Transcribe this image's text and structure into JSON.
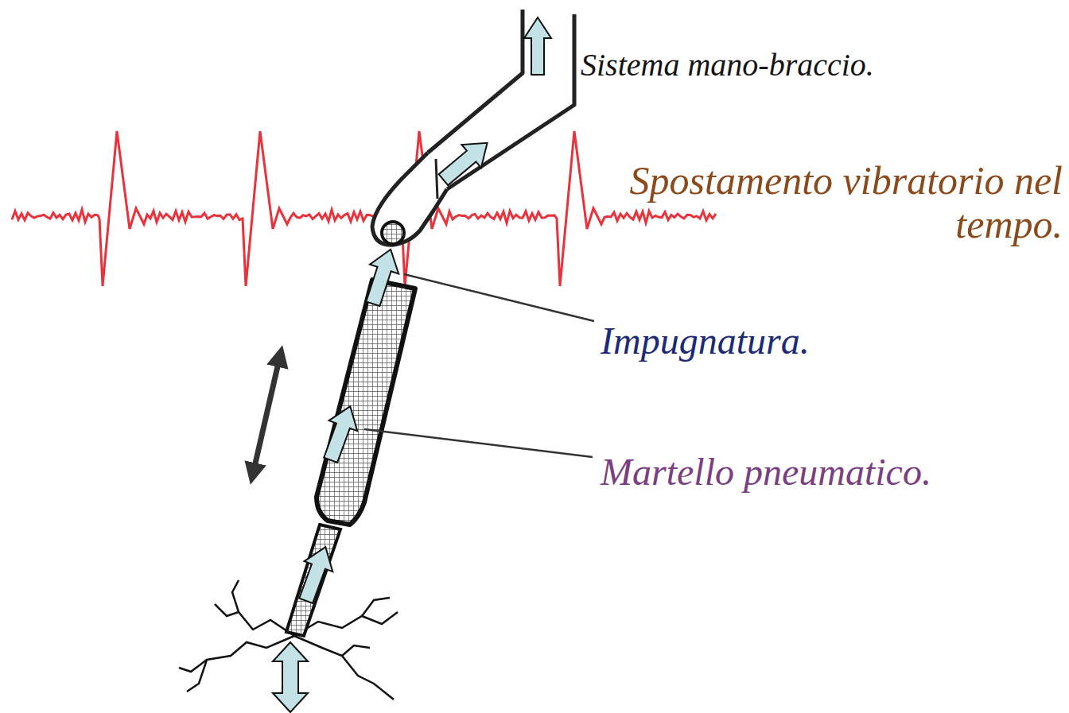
{
  "diagram": {
    "labels": [
      "Sistema mano-braccio.",
      "Spostamento vibratorio nel tempo.",
      "Impugnatura.",
      "Martello pneumatico."
    ]
  }
}
